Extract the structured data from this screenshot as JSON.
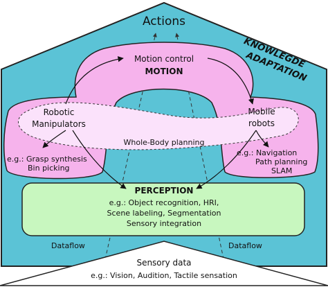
{
  "outputs": {
    "title": "Actions"
  },
  "knowledge": {
    "line1": "KNOWLEGDE",
    "line2": "ADAPTATION",
    "color": "#1a5fb4"
  },
  "motion": {
    "label": "MOTION",
    "label_color": "#b5123a",
    "fill": "#f6b3ec",
    "motion_control": "Motion control"
  },
  "manipulators": {
    "line1": "Robotic",
    "line2": "Manipulators",
    "examples_line1": "e.g.: Grasp synthesis",
    "examples_line2": "Bin picking"
  },
  "mobile": {
    "line1": "Mobile",
    "line2": "robots",
    "examples_line1": "e.g.: Navigation",
    "examples_line2": "Path planning",
    "examples_line3": "SLAM"
  },
  "whole_body": {
    "label": "Whole-Body planning"
  },
  "perception": {
    "label": "PERCEPTION",
    "label_color": "#2f7d1e",
    "fill": "#c8f7bf",
    "line1": "e.g.: Object recognition, HRI,",
    "line2": "Scene labeling, Segmentation",
    "line3": "Sensory integration"
  },
  "dataflow": {
    "left": "Dataflow",
    "right": "Dataflow"
  },
  "sensory": {
    "title": "Sensory data",
    "examples": "e.g.: Vision, Audition, Tactile sensation"
  },
  "house": {
    "fill": "#5bc3d6"
  }
}
